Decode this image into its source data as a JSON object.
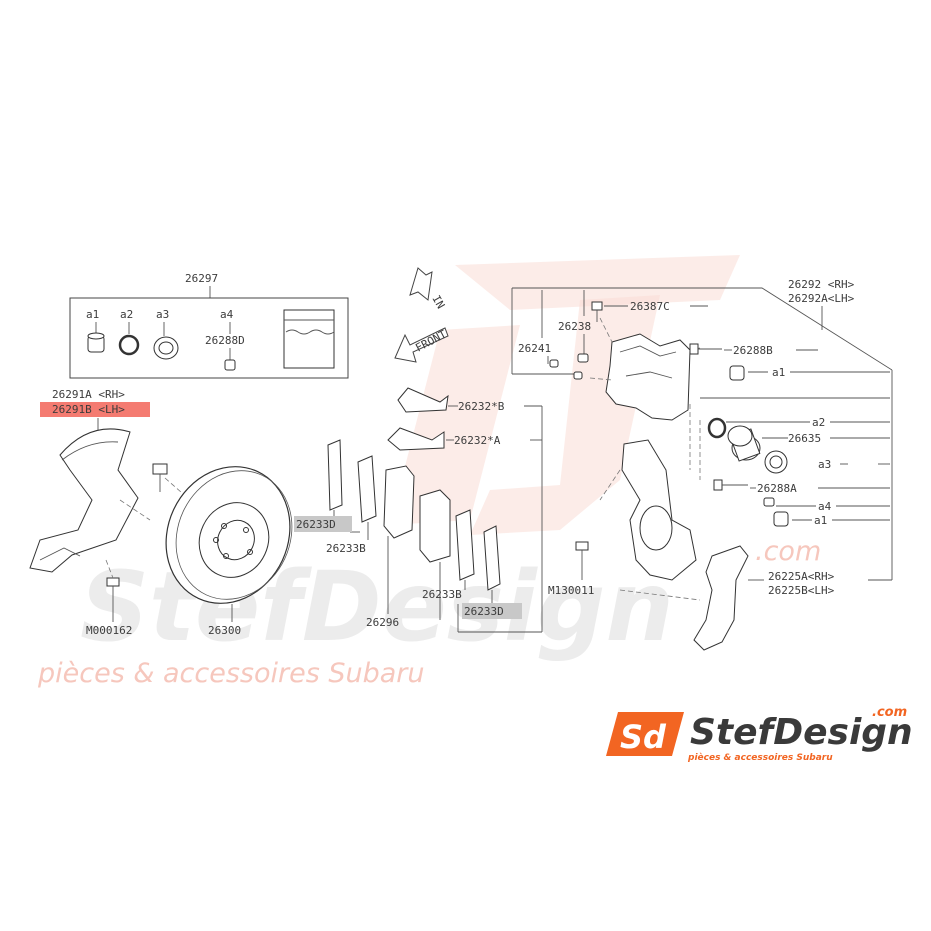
{
  "kit": {
    "number": "26297",
    "items": [
      "a1",
      "a2",
      "a3",
      "a4"
    ],
    "part_26288d": "26288D"
  },
  "direction": {
    "in": "IN",
    "front": "FRONT"
  },
  "shield": {
    "rh": "26291A <RH>",
    "lh": "26291B <LH>",
    "bolt": "M000162"
  },
  "rotor": {
    "number": "26300"
  },
  "pads": {
    "p26233d_a": "26233D",
    "p26233b_a": "26233B",
    "p26296": "26296",
    "p26233b_b": "26233B",
    "p26233d_b": "26233D",
    "clip_b": "26232*B",
    "clip_a": "26232*A"
  },
  "caliper": {
    "rh": "26292 <RH>",
    "lh": "26292A<LH>",
    "p26387c": "26387C",
    "p26238": "26238",
    "p26241": "26241",
    "p26288b": "26288B",
    "a1_top": "a1",
    "a2": "a2",
    "p26635": "26635",
    "a3": "a3",
    "p26288a": "26288A",
    "a4": "a4",
    "a1_bottom": "a1",
    "bolt": "M130011",
    "bracket_rh": "26225A<RH>",
    "bracket_lh": "26225B<LH>"
  },
  "watermark": {
    "sub": "pièces & accessoires Subaru",
    "dotcom": ".com"
  },
  "logo": {
    "monogram": "Sd",
    "name": "StefDesign",
    "dotcom": ".com",
    "tagline": "pièces & accessoires Subaru"
  },
  "colors": {
    "highlight": "#f47b71",
    "logo_orange": "#f26522",
    "logo_dark": "#3a3a3a",
    "watermark_orange": "#f6c7bd"
  }
}
